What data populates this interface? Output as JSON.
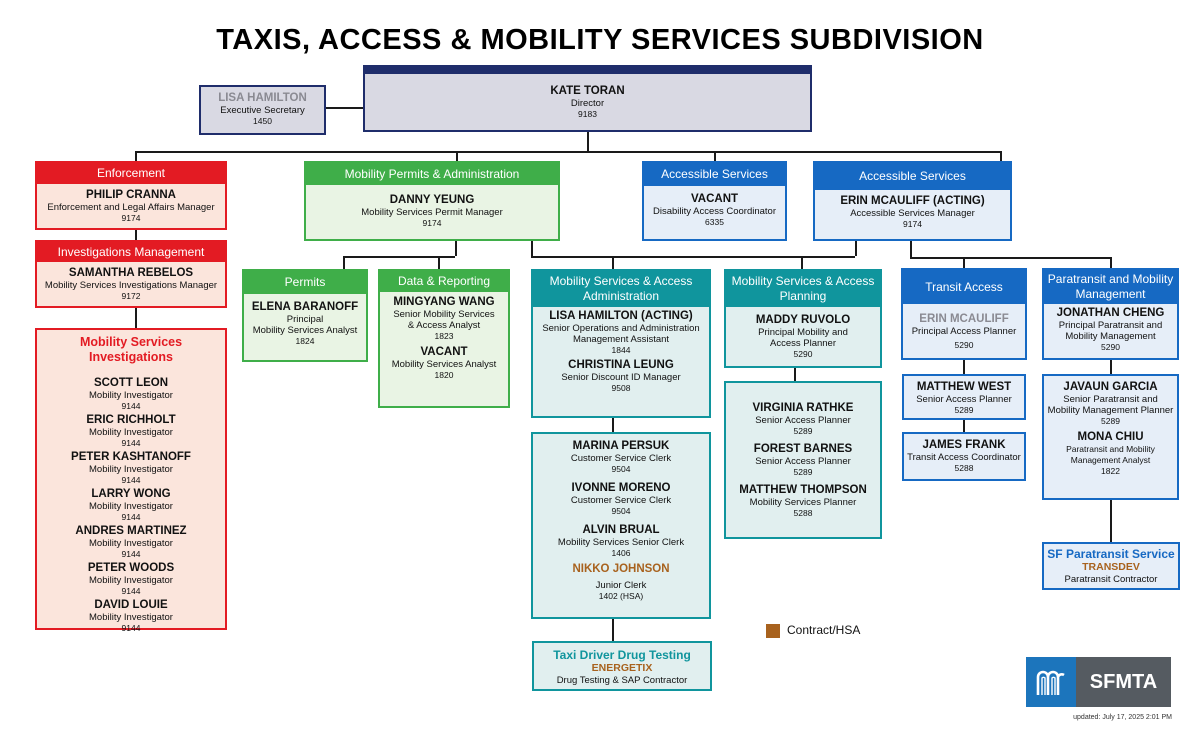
{
  "title": "TAXIS, ACCESS & MOBILITY SERVICES SUBDIVISION",
  "director": {
    "name": "KATE TORAN",
    "title": "Director",
    "code": "9183"
  },
  "secretary": {
    "name": "LISA HAMILTON",
    "title": "Executive Secretary",
    "code": "1450"
  },
  "enforcement": {
    "header": "Enforcement",
    "name": "PHILIP CRANNA",
    "title": "Enforcement and Legal Affairs Manager",
    "code": "9174"
  },
  "investigations_mgmt": {
    "header": "Investigations Management",
    "name": "SAMANTHA REBELOS",
    "title": "Mobility Services Investigations Manager",
    "code": "9172"
  },
  "investigations": {
    "header_line1": "Mobility Services",
    "header_line2": "Investigations",
    "people": [
      {
        "name": "SCOTT LEON",
        "title": "Mobility Investigator",
        "code": "9144"
      },
      {
        "name": "ERIC RICHHOLT",
        "title": "Mobility Investigator",
        "code": "9144"
      },
      {
        "name": "PETER KASHTANOFF",
        "title": "Mobility Investigator",
        "code": "9144"
      },
      {
        "name": "LARRY WONG",
        "title": "Mobility Investigator",
        "code": "9144"
      },
      {
        "name": "ANDRES MARTINEZ",
        "title": "Mobility Investigator",
        "code": "9144"
      },
      {
        "name": "PETER WOODS",
        "title": "Mobility Investigator",
        "code": "9144"
      },
      {
        "name": "DAVID LOUIE",
        "title": "Mobility Investigator",
        "code": "9144"
      }
    ]
  },
  "mpa": {
    "header": "Mobility Permits & Administration",
    "name": "DANNY YEUNG",
    "title": "Mobility Services Permit Manager",
    "code": "9174"
  },
  "permits": {
    "header": "Permits",
    "name": "ELENA BARANOFF",
    "title1": "Principal",
    "title2": "Mobility Services Analyst",
    "code": "1824"
  },
  "data_reporting": {
    "header": "Data & Reporting",
    "p1_name": "MINGYANG WANG",
    "p1_title1": "Senior Mobility Services",
    "p1_title2": "& Access Analyst",
    "p1_code": "1823",
    "p2_name": "VACANT",
    "p2_title": "Mobility Services Analyst",
    "p2_code": "1820"
  },
  "accessible1": {
    "header": "Accessible Services",
    "name": "VACANT",
    "title": "Disability Access Coordinator",
    "code": "6335"
  },
  "accessible2": {
    "header": "Accessible Services",
    "name": "ERIN MCAULIFF (ACTING)",
    "title": "Accessible Services Manager",
    "code": "9174"
  },
  "msa_admin": {
    "header": "Mobility Services & Access Administration",
    "p1_name": "LISA HAMILTON (ACTING)",
    "p1_title1": "Senior Operations and Administration",
    "p1_title2": "Management Assistant",
    "p1_code": "1844",
    "p2_name": "CHRISTINA LEUNG",
    "p2_title": "Senior Discount ID Manager",
    "p2_code": "9508"
  },
  "msa_staff": [
    {
      "name": "MARINA PERSUK",
      "title": "Customer Service Clerk",
      "code": "9504"
    },
    {
      "name": "IVONNE MORENO",
      "title": "Customer Service Clerk",
      "code": "9504"
    },
    {
      "name": "ALVIN BRUAL",
      "title": "Mobility Services Senior Clerk",
      "code": "1406"
    },
    {
      "name": "NIKKO JOHNSON",
      "title": "Junior Clerk",
      "code": "1402 (HSA)"
    }
  ],
  "drug_testing": {
    "header": "Taxi Driver Drug Testing",
    "name": "ENERGETIX",
    "title": "Drug Testing & SAP Contractor"
  },
  "msa_planning": {
    "header": "Mobility Services & Access Planning",
    "name": "MADDY RUVOLO",
    "title1": "Principal Mobility and",
    "title2": "Access Planner",
    "code": "5290"
  },
  "planning_staff": [
    {
      "name": "VIRGINIA RATHKE",
      "title": "Senior Access Planner",
      "code": "5289"
    },
    {
      "name": "FOREST BARNES",
      "title": "Senior Access Planner",
      "code": "5289"
    },
    {
      "name": "MATTHEW THOMPSON",
      "title": "Mobility Services Planner",
      "code": "5288"
    }
  ],
  "transit_access": {
    "header": "Transit Access",
    "name": "ERIN MCAULIFF",
    "title": "Principal Access Planner",
    "code": "5290"
  },
  "transit_west": {
    "name": "MATTHEW WEST",
    "title": "Senior Access Planner",
    "code": "5289"
  },
  "transit_frank": {
    "name": "JAMES FRANK",
    "title": "Transit Access Coordinator",
    "code": "5288"
  },
  "paratransit": {
    "header": "Paratransit and Mobility Management",
    "name": "JONATHAN CHENG",
    "title1": "Principal Paratransit and",
    "title2": "Mobility Management",
    "code": "5290"
  },
  "paratransit_staff": {
    "p1_name": "JAVAUN GARCIA",
    "p1_title1": "Senior Paratransit and",
    "p1_title2": "Mobility Management Planner",
    "p1_code": "5289",
    "p2_name": "MONA CHIU",
    "p2_title1": "Paratransit and Mobility",
    "p2_title2": "Management Analyst",
    "p2_code": "1822"
  },
  "sf_paratransit": {
    "header": "SF Paratransit Service",
    "name": "TRANSDEV",
    "title": "Paratransit Contractor"
  },
  "legend": {
    "label": "Contract/HSA",
    "color": "#a8621e"
  },
  "logo": {
    "text": "SFMTA"
  },
  "updated": "updated: July 17, 2025 2:01 PM",
  "colors": {
    "red": "#e31b23",
    "green": "#3fae49",
    "blue": "#1669c3",
    "teal": "#10959d",
    "navy": "#1f2d6b"
  }
}
